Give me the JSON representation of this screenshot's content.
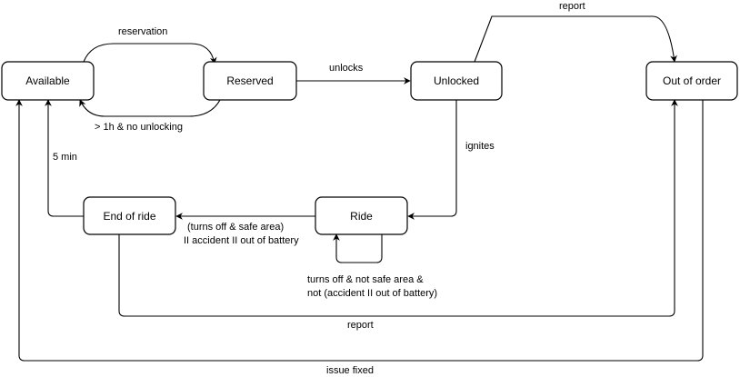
{
  "states": {
    "available": "Available",
    "reserved": "Reserved",
    "unlocked": "Unlocked",
    "out_of_order": "Out of order",
    "end_of_ride": "End of ride",
    "ride": "Ride"
  },
  "transitions": {
    "reservation": "reservation",
    "no_unlocking": "> 1h & no unlocking",
    "unlocks": "unlocks",
    "report_top": "report",
    "ignites": "ignites",
    "five_min": "5 min",
    "ride_end_line1": "(turns off & safe area)",
    "ride_end_line2": "II accident II out of battery",
    "ride_loop_line1": "turns off & not safe area &",
    "ride_loop_line2": "not (accident II out of battery)",
    "report_bottom": "report",
    "issue_fixed": "issue fixed"
  }
}
